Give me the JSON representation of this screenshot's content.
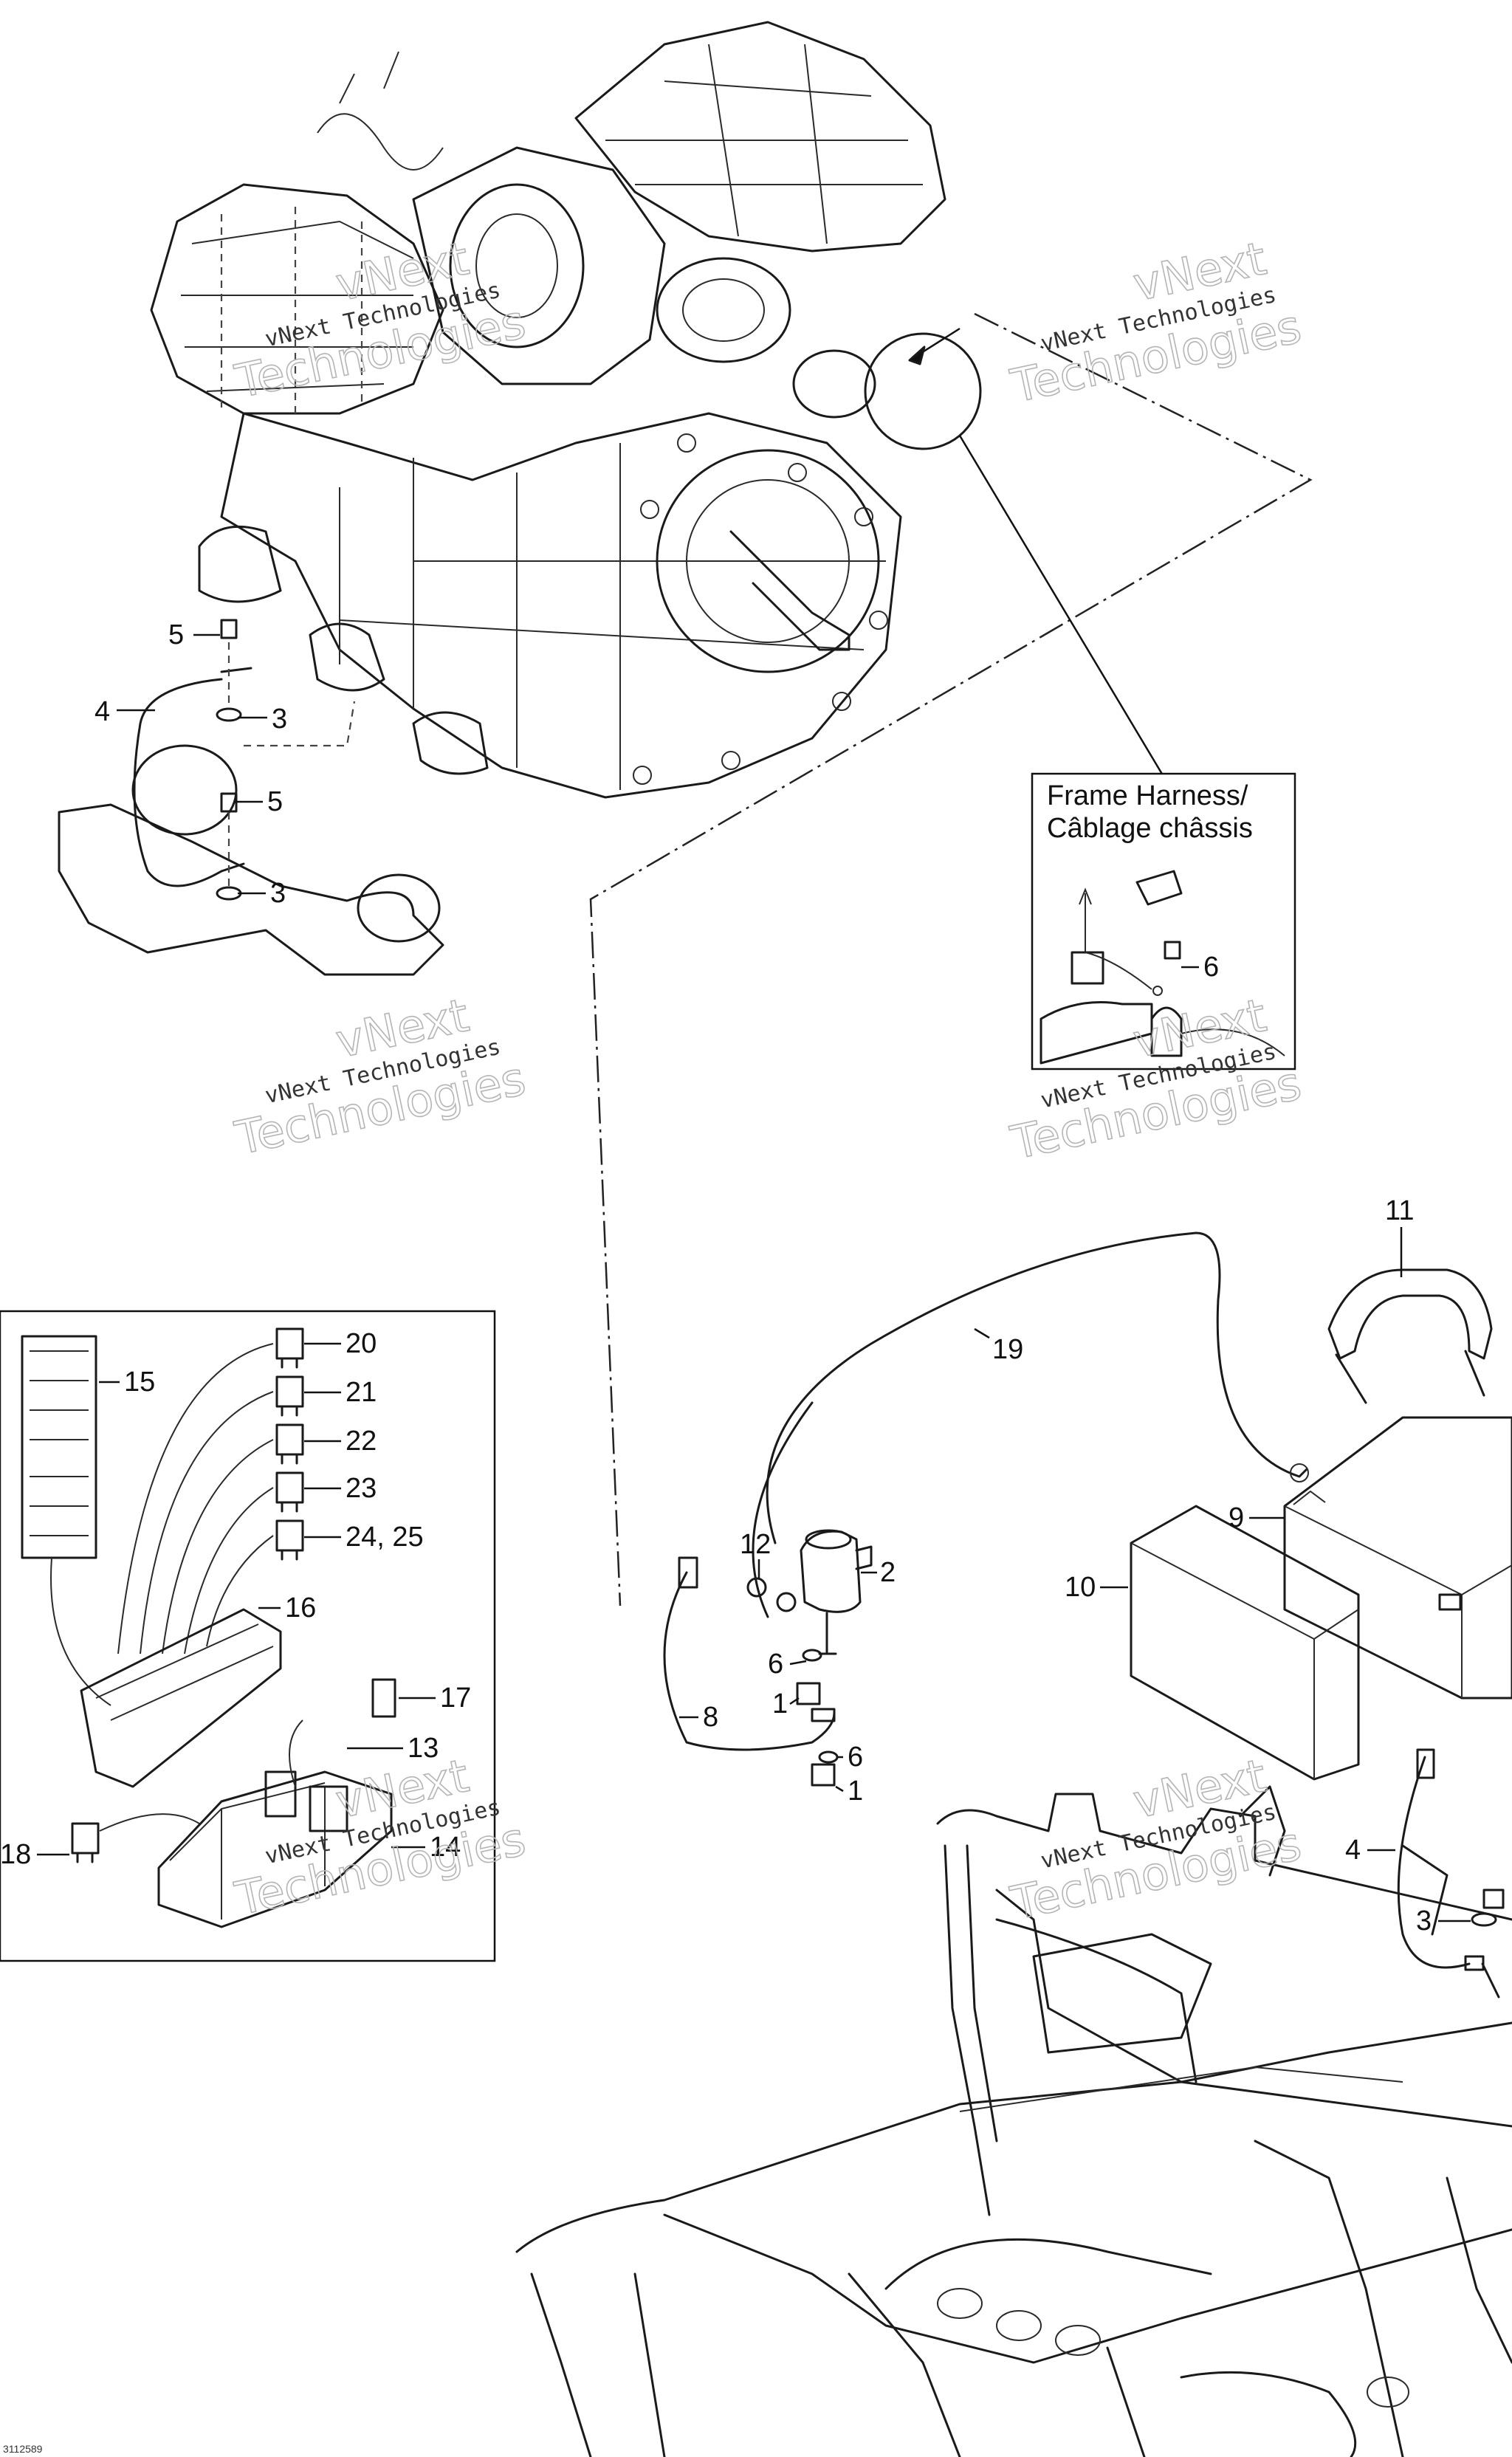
{
  "inset": {
    "title_line1": "Frame Harness/",
    "title_line2": "Câblage châssis",
    "callout": "6"
  },
  "watermark": {
    "line1": "vNext",
    "line2": "vNext Technologies",
    "line3": "Technologies"
  },
  "callouts": {
    "c1a": "1",
    "c1b": "1",
    "c2": "2",
    "c3a": "3",
    "c3b": "3",
    "c3c": "3",
    "c4a": "4",
    "c4b": "4",
    "c5a": "5",
    "c5b": "5",
    "c6a": "6",
    "c6b": "6",
    "c8": "8",
    "c9": "9",
    "c10": "10",
    "c11": "11",
    "c12": "12",
    "c13": "13",
    "c14": "14",
    "c15": "15",
    "c16": "16",
    "c17": "17",
    "c18": "18",
    "c19": "19",
    "c20": "20",
    "c21": "21",
    "c22": "22",
    "c23": "23",
    "c24": "24, 25"
  },
  "figure_id": "3112589"
}
